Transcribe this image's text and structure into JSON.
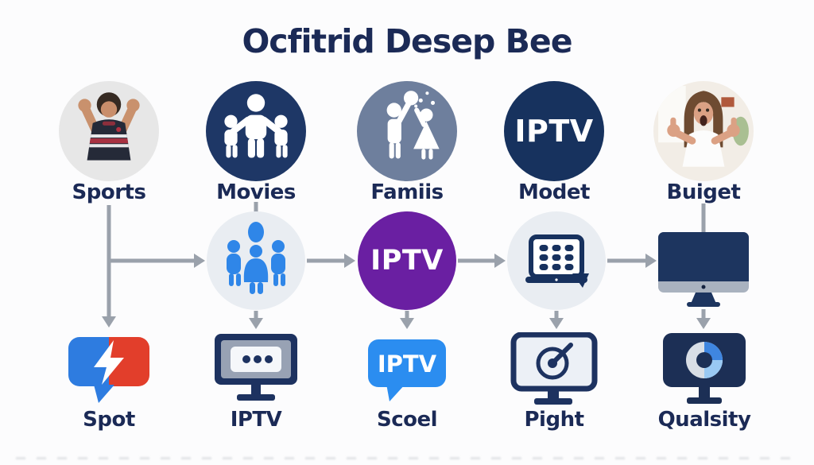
{
  "title": "Ocfitrid Desep Bee",
  "top_row": [
    {
      "label": "Sports",
      "icon": "athlete-flexing-photo"
    },
    {
      "label": "Movies",
      "icon": "family-group-icon"
    },
    {
      "label": "Famiis",
      "icon": "family-playing-ball-icon"
    },
    {
      "label": "Modet",
      "icon": "iptv-circle-badge",
      "icon_text": "IPTV"
    },
    {
      "label": "Buiget",
      "icon": "thumbs-up-woman-photo"
    }
  ],
  "middle_row": [
    {
      "icon": "audience-people-icon"
    },
    {
      "icon": "iptv-purple-badge",
      "icon_text": "IPTV"
    },
    {
      "icon": "tablet-app-grid-icon"
    },
    {
      "icon": "desktop-monitor-icon"
    }
  ],
  "bottom_row": [
    {
      "label": "Spot",
      "icon": "lightning-chat-icon"
    },
    {
      "label": "IPTV",
      "icon": "tv-screen-dots-icon"
    },
    {
      "label": "Scoel",
      "icon": "iptv-chat-bubble-icon",
      "icon_text": "IPTV"
    },
    {
      "label": "Pight",
      "icon": "target-monitor-icon"
    },
    {
      "label": "Qualsity",
      "icon": "donut-chart-monitor-icon"
    }
  ],
  "colors": {
    "navy_text": "#1b2a56",
    "navy_circle": "#1e3766",
    "slate_circle": "#6e7f9d",
    "light_circle": "#e9edf2",
    "bright_blue": "#2f86e8",
    "purple": "#6a1fa2",
    "arrow_gray": "#9aa1ab",
    "spot_blue": "#2e7ce0",
    "spot_red": "#e23e2b",
    "bubble_blue": "#2b8df0"
  }
}
